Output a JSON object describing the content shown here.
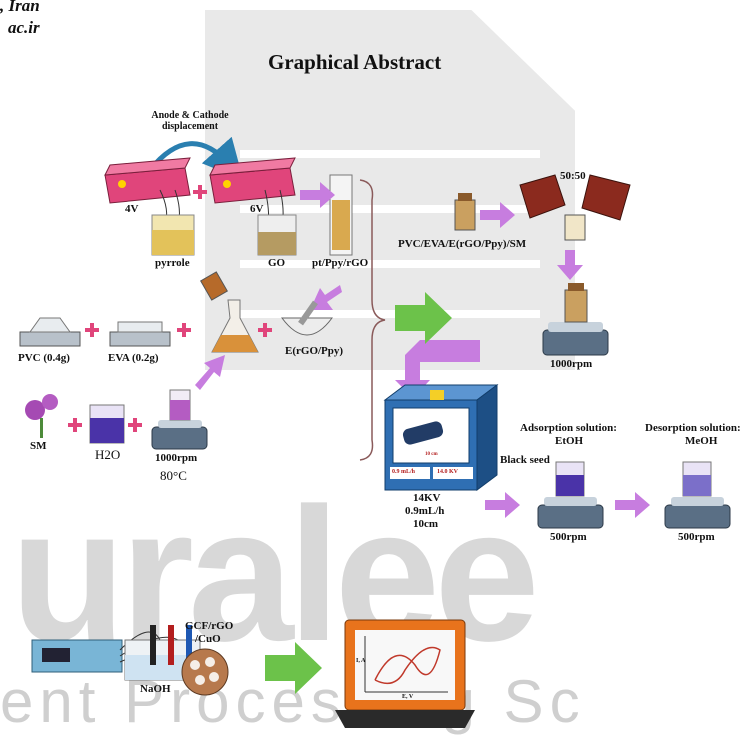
{
  "header": {
    "line1": ", Iran",
    "line2": "ac.ir",
    "title": "Graphical Abstract"
  },
  "watermark": {
    "big": "uralee",
    "bottom": "ent Processing Sc"
  },
  "labels": {
    "anode_cathode": "Anode & Cathode displacement",
    "v4": "4V",
    "v6": "6V",
    "pyrrole": "pyrrole",
    "go": "GO",
    "pt_ppy": "pt/Ppy/rGO",
    "pvc_eva_solution": "PVC/EVA/E(rGO/Ppy)/SM",
    "ratio": "50:50",
    "stir1000_top": "1000rpm",
    "pvc": "PVC (0.4g)",
    "eva": "EVA (0.2g)",
    "e_rgo_ppy": "E(rGO/Ppy)",
    "sm": "SM",
    "h2o": "H2O",
    "stir1000_left": "1000rpm",
    "temp": "80°C",
    "adsorption": "Adsorption solution:",
    "etoh": "EtOH",
    "desorption": "Desorption solution:",
    "meoh": "MeOH",
    "black_seed": "Black seed",
    "stir500_a": "500rpm",
    "stir500_b": "500rpm",
    "kv": "14KV",
    "flow": "0.9mL/h",
    "distance": "10cm",
    "spinner_flow": "0.9 mL/h",
    "spinner_kv": "14.0 KV",
    "spinner_dist": "10 cm",
    "naoh": "NaOH",
    "gcf": "GCF/rGO",
    "cuo": "/CuO",
    "plot_x": "E, V",
    "plot_y": "I, A"
  },
  "colors": {
    "arrow_purple": "#c77ddf",
    "arrow_green": "#6cc24a",
    "power_supply": "#e0457b",
    "laptop": "#e8731c",
    "spinner_box": "#2f6fb3"
  }
}
